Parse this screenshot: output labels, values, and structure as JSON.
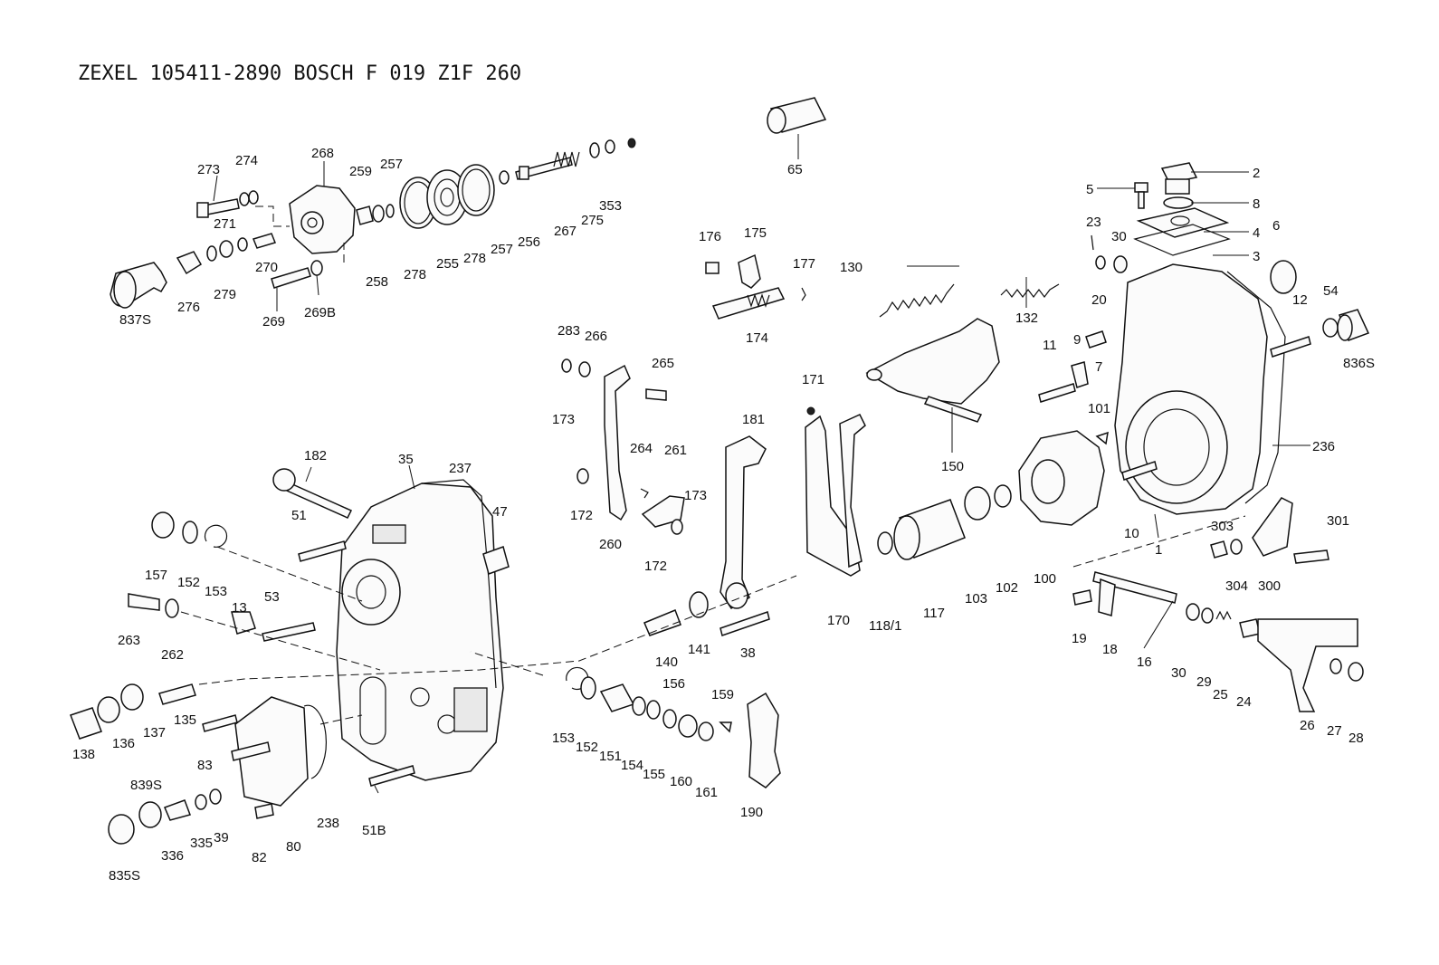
{
  "title": "ZEXEL   105411-2890   BOSCH   F 019 Z1F 260",
  "labels": {
    "p2": "2",
    "p3": "3",
    "p4": "4",
    "p5": "5",
    "p6": "6",
    "p7": "7",
    "p8": "8",
    "p9": "9",
    "p10": "10",
    "p11": "11",
    "p12": "12",
    "p13": "13",
    "p16": "16",
    "p18": "18",
    "p19": "19",
    "p20": "20",
    "p23": "23",
    "p24": "24",
    "p25": "25",
    "p26": "26",
    "p27": "27",
    "p28": "28",
    "p29": "29",
    "p30a": "30",
    "p30b": "30",
    "p35": "35",
    "p38": "38",
    "p39": "39",
    "p47": "47",
    "p51": "51",
    "p51B": "51B",
    "p53": "53",
    "p54": "54",
    "p65": "65",
    "p80": "80",
    "p82": "82",
    "p83": "83",
    "p100": "100",
    "p101": "101",
    "p102": "102",
    "p103": "103",
    "p117": "117",
    "p118": "118/1",
    "p130": "130",
    "p132": "132",
    "p135": "135",
    "p136": "136",
    "p137": "137",
    "p138": "138",
    "p140": "140",
    "p141": "141",
    "p150": "150",
    "p151": "151",
    "p152a": "152",
    "p152b": "152",
    "p153a": "153",
    "p153b": "153",
    "p154": "154",
    "p155": "155",
    "p156": "156",
    "p157": "157",
    "p159": "159",
    "p160": "160",
    "p161": "161",
    "p170": "170",
    "p171": "171",
    "p172a": "172",
    "p172b": "172",
    "p173a": "173",
    "p173b": "173",
    "p174": "174",
    "p175": "175",
    "p176": "176",
    "p177": "177",
    "p181": "181",
    "p182": "182",
    "p190": "190",
    "p236": "236",
    "p237": "237",
    "p238": "238",
    "p255": "255",
    "p256": "256",
    "p257a": "257",
    "p257b": "257",
    "p258": "258",
    "p259": "259",
    "p260": "260",
    "p261": "261",
    "p262": "262",
    "p263": "263",
    "p264": "264",
    "p265": "265",
    "p266": "266",
    "p267": "267",
    "p268": "268",
    "p269": "269",
    "p269B": "269B",
    "p270": "270",
    "p271": "271",
    "p273": "273",
    "p274": "274",
    "p275": "275",
    "p276": "276",
    "p278a": "278",
    "p278b": "278",
    "p279": "279",
    "p283": "283",
    "p300": "300",
    "p301": "301",
    "p303": "303",
    "p304": "304",
    "p335": "335",
    "p336": "336",
    "p353": "353",
    "p835S": "835S",
    "p836S": "836S",
    "p837S": "837S",
    "p839S": "839S",
    "p1": "1"
  }
}
